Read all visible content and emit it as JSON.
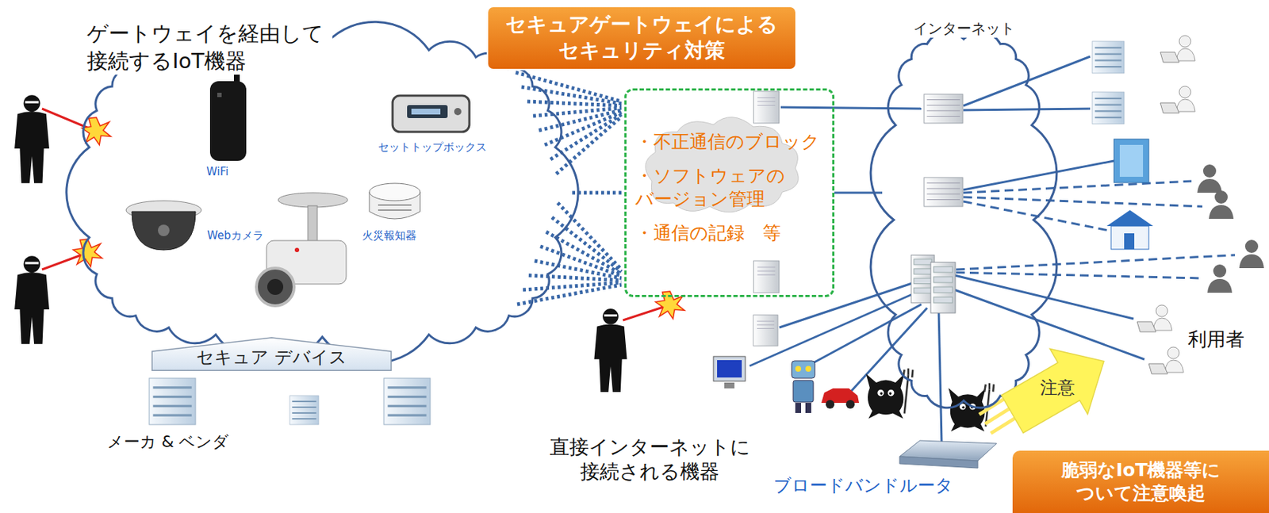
{
  "diagram": {
    "nodes": [
      {
        "text": [
          "ゲートウェイを経由して 接続するIoT機器"
        ]
      },
      {
        "text": [
          "セキュアゲートウェイによる セキュリティ対策"
        ]
      },
      {
        "text": [
          "・不正通信のブロック",
          "・ソフトウェアの バージョン管理",
          "・通信の記録　等"
        ]
      },
      {
        "text": [
          "インターネット"
        ]
      },
      {
        "text": [
          "セキュア デバイス"
        ]
      },
      {
        "text": [
          "注意"
        ]
      },
      {
        "text": [
          "脆弱なIoT機器等に ついて注意喚起"
        ]
      }
    ],
    "edges": [
      {
        "from": 0,
        "to": 2,
        "arrow": "none"
      },
      {
        "from": 2,
        "to": 3,
        "arrow": "none"
      }
    ],
    "labels": [
      "WiFi",
      "セットトップボックス",
      "Webカメラ",
      "火災報知器",
      "メーカ & ベンダ",
      "直接インターネットに 接続される機器",
      "ブロードバンドルータ",
      "利用者"
    ]
  }
}
